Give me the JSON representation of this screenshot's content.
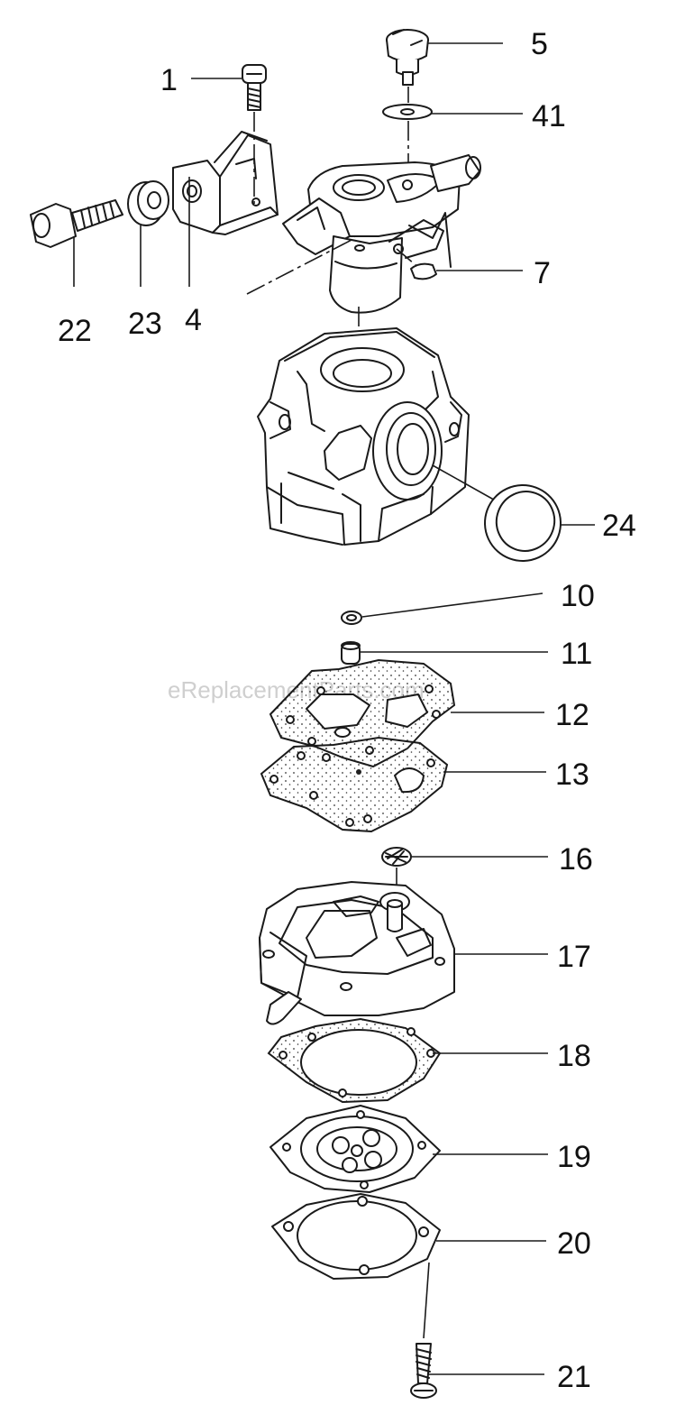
{
  "watermark": "eReplacementParts.com",
  "callouts": {
    "p1": "1",
    "p5": "5",
    "p41": "41",
    "p7": "7",
    "p22": "22",
    "p23": "23",
    "p4": "4",
    "p24": "24",
    "p10": "10",
    "p11": "11",
    "p12": "12",
    "p13": "13",
    "p16": "16",
    "p17": "17",
    "p18": "18",
    "p19": "19",
    "p20": "20",
    "p21": "21"
  }
}
